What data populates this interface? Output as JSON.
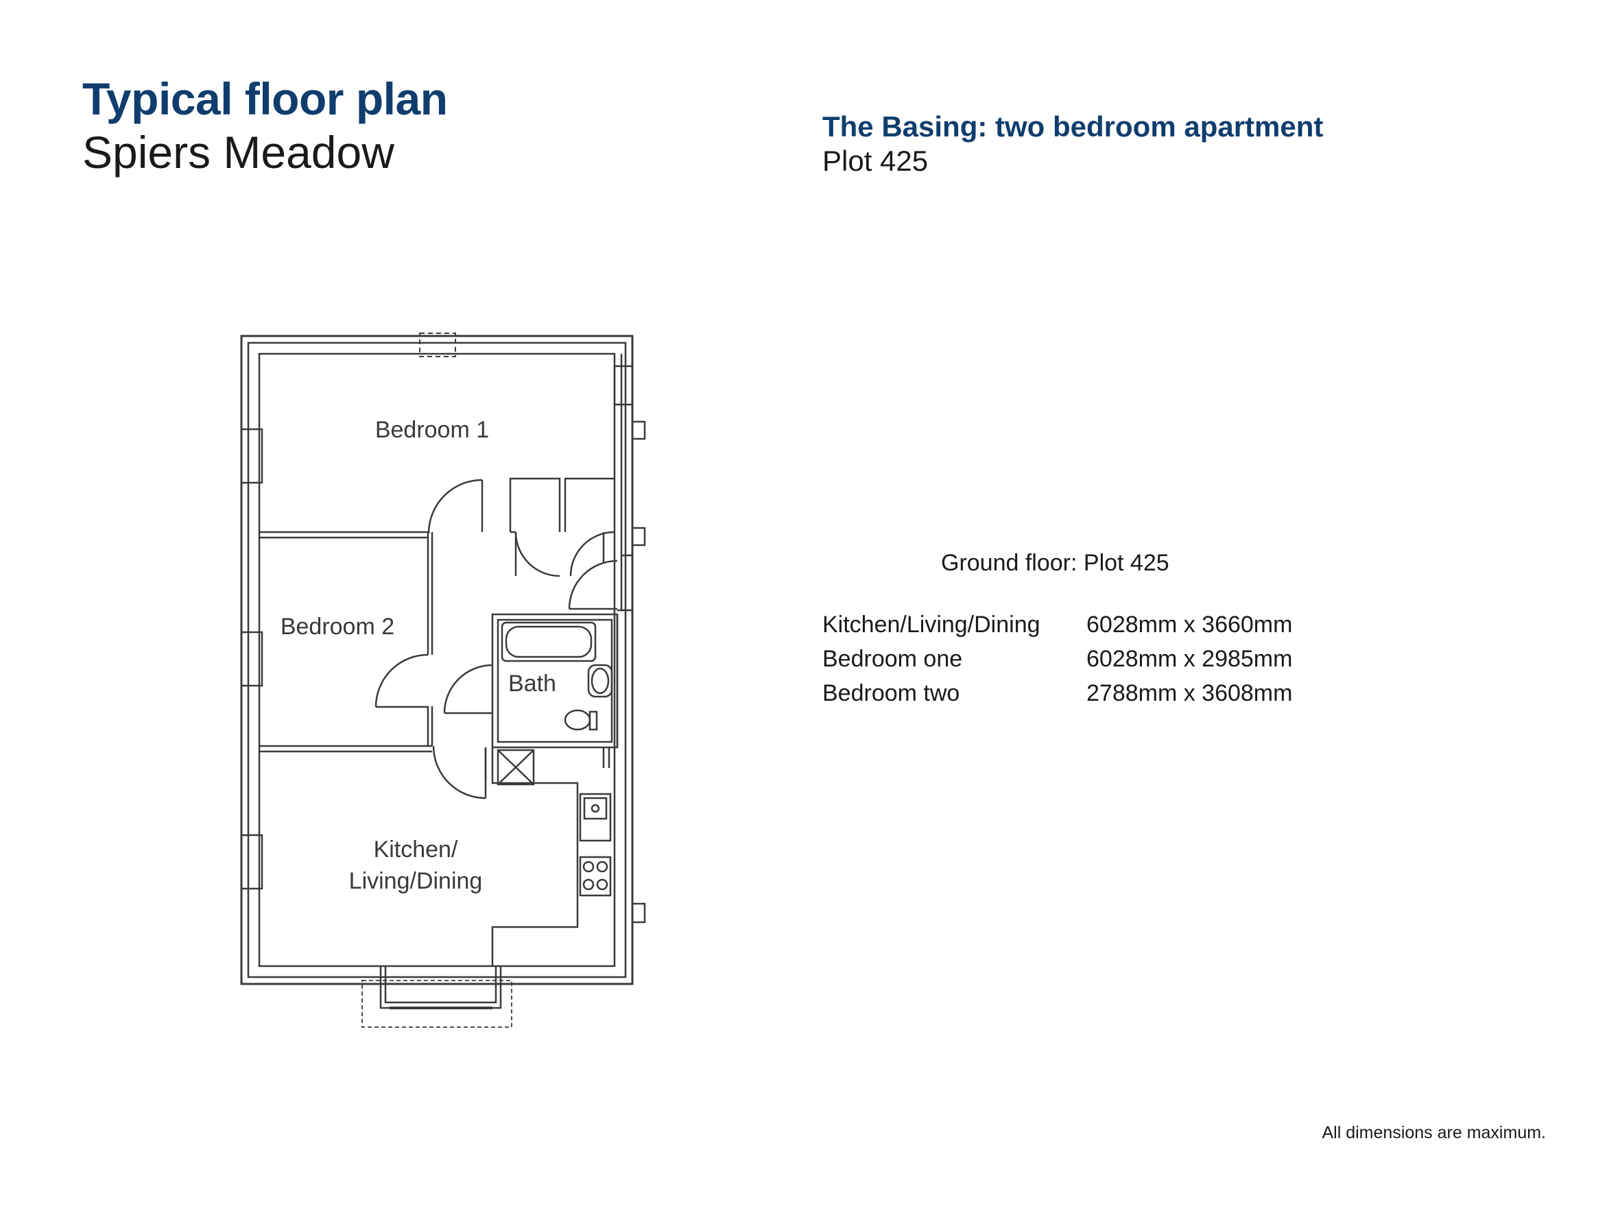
{
  "header": {
    "title": "Typical floor plan",
    "subtitle": "Spiers Meadow"
  },
  "apartment": {
    "name": "The Basing: two bedroom apartment",
    "plot": "Plot 425"
  },
  "plan": {
    "rooms": {
      "bedroom1": "Bedroom 1",
      "bedroom2": "Bedroom 2",
      "bath": "Bath",
      "kitchen_line1": "Kitchen/",
      "kitchen_line2": "Living/Dining"
    }
  },
  "dimensions": {
    "heading": "Ground floor: Plot 425",
    "rows": [
      {
        "room": "Kitchen/Living/Dining",
        "size": "6028mm x 3660mm"
      },
      {
        "room": "Bedroom one",
        "size": "6028mm x 2985mm"
      },
      {
        "room": "Bedroom two",
        "size": "2788mm x 3608mm"
      }
    ]
  },
  "footer": {
    "note": "All dimensions are maximum."
  },
  "colors": {
    "brand_blue": "#0f3d6e",
    "line": "#3a3a3a"
  }
}
